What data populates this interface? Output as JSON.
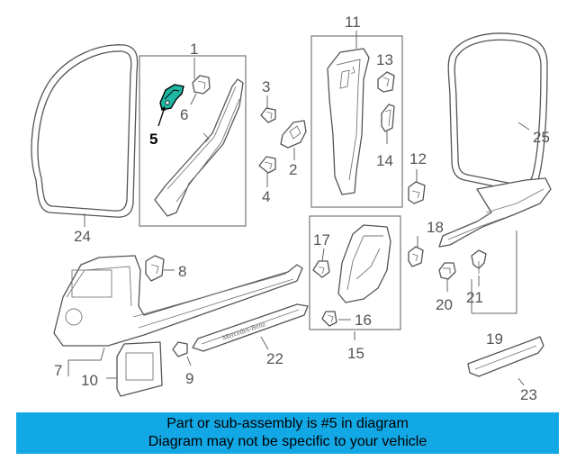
{
  "diagram": {
    "highlighted_part": "5",
    "callouts": {
      "c1": "1",
      "c2": "2",
      "c3": "3",
      "c4": "4",
      "c5": "5",
      "c6": "6",
      "c7": "7",
      "c8": "8",
      "c9": "9",
      "c10": "10",
      "c11": "11",
      "c12": "12",
      "c13": "13",
      "c14": "14",
      "c15": "15",
      "c16": "16",
      "c17": "17",
      "c18": "18",
      "c19": "19",
      "c20": "20",
      "c21": "21",
      "c22": "22",
      "c23": "23",
      "c24": "24",
      "c25": "25"
    },
    "sill_text": "Mercedes-Benz",
    "highlight_color": "#1fb8a4"
  },
  "banner": {
    "line1": "Part or sub-assembly is #5 in diagram",
    "line2": "Diagram may not be specific to your vehicle",
    "color": "#12a8e6"
  }
}
